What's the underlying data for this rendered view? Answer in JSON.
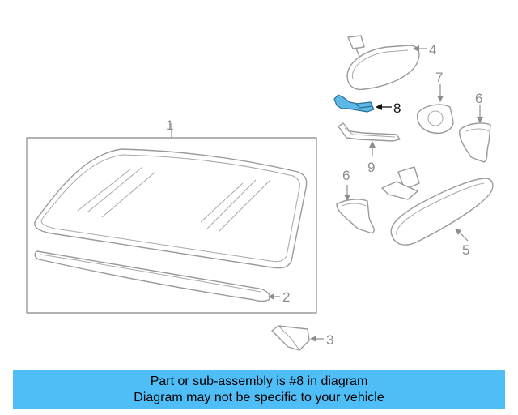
{
  "colors": {
    "banner": "#4fbdf6",
    "highlight_part": "#5db8e8",
    "line_art": "#9a9a9a",
    "callout_text": "#8d8d8d",
    "highlight_text": "#111111"
  },
  "callouts": {
    "c1": "1",
    "c2": "2",
    "c3": "3",
    "c4": "4",
    "c5": "5",
    "c6a": "6",
    "c6b": "6",
    "c7": "7",
    "c8": "8",
    "c9": "9"
  },
  "highlighted_part": "8",
  "banner": {
    "line1": "Part or sub-assembly is #8 in diagram",
    "line2": "Diagram may not be specific to your vehicle"
  }
}
